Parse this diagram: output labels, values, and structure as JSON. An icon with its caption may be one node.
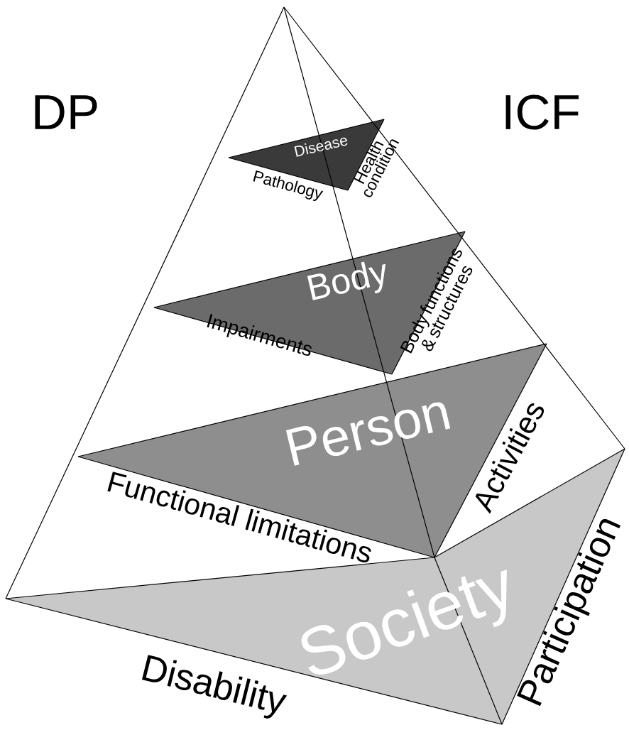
{
  "diagram": {
    "nodes": [
      {
        "text": [
          "Disease"
        ],
        "beside": [
          "Pathology",
          "Health condition"
        ]
      },
      {
        "text": [
          "Body"
        ],
        "beside": [
          "Impairments",
          "Body functions & structures"
        ]
      },
      {
        "text": [
          "Person"
        ],
        "beside": [
          "Functional limitations",
          "Activities"
        ]
      },
      {
        "text": [
          "Society"
        ],
        "beside": [
          "Disability",
          "Participation"
        ]
      }
    ],
    "labels": [
      "DP",
      "ICF"
    ]
  }
}
